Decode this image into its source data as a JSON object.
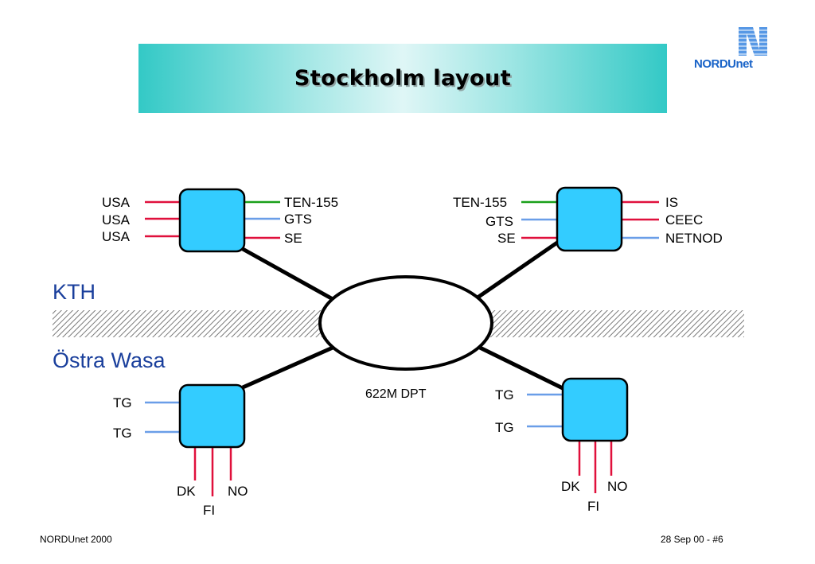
{
  "title": "Stockholm layout",
  "logo": {
    "text": "NORDUnet",
    "icon": "nordunet-logo-icon"
  },
  "sites": {
    "top": "KTH",
    "bottom": "Östra Wasa"
  },
  "ring_label": "622M DPT",
  "routers": {
    "top_left": {
      "left_labels": [
        "USA",
        "USA",
        "USA"
      ],
      "right_labels": [
        "TEN-155",
        "GTS",
        "SE"
      ]
    },
    "top_right": {
      "left_labels": [
        "TEN-155",
        "GTS",
        "SE"
      ],
      "right_labels": [
        "IS",
        "CEEC",
        "NETNOD"
      ]
    },
    "bottom_left": {
      "left_labels": [
        "TG",
        "TG"
      ],
      "bottom_labels": [
        "DK",
        "NO",
        "FI"
      ]
    },
    "bottom_right": {
      "left_labels": [
        "TG",
        "TG"
      ],
      "bottom_labels": [
        "DK",
        "NO",
        "FI"
      ]
    }
  },
  "link_colors": {
    "red": "#e0103c",
    "green": "#19a019",
    "blue": "#6a9ee8"
  },
  "router_color": "#33ccff",
  "site_label_color": "#1a3f9c",
  "footer": {
    "left": "NORDUnet 2000",
    "right": "28 Sep 00 - #6"
  }
}
